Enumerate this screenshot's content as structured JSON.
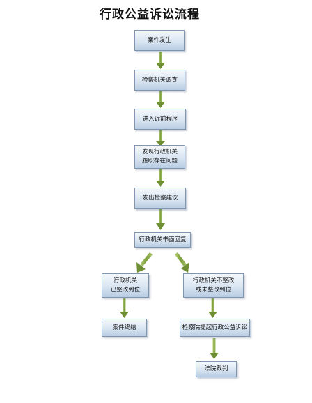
{
  "title": "行政公益诉讼流程",
  "nodes": {
    "n1": "案件发生",
    "n2": "检察机关调查",
    "n3": "进入诉前程序",
    "n4": "发现行政机关\n履职存在问题",
    "n5": "发出检察建议",
    "n6": "行政机关书面回复",
    "n7": "行政机关\n已整改到位",
    "n8": "行政机关不整改\n或未整改到位",
    "n9": "案件终结",
    "n10": "检察院提起行政公益诉讼",
    "n11": "法院裁判"
  },
  "colors": {
    "arrow_fill": "#8cb04a",
    "arrow_dark": "#5f7f2a",
    "box_border": "#7f96b2"
  }
}
